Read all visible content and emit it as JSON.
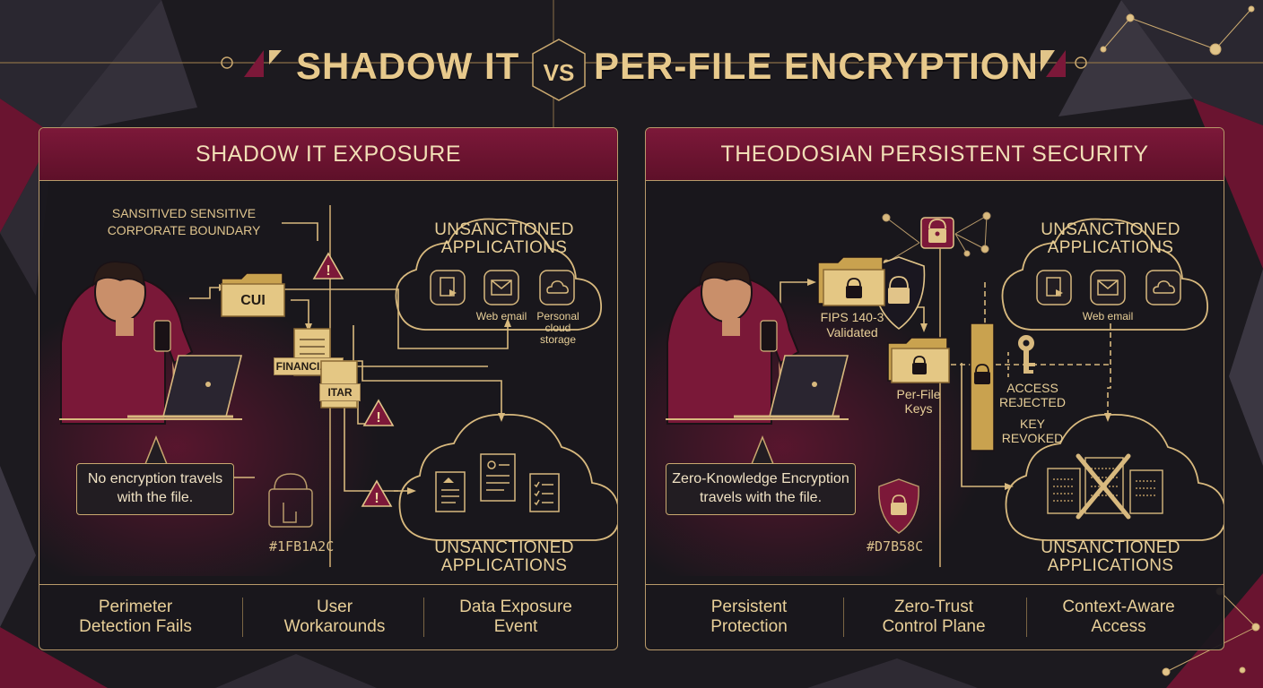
{
  "title": {
    "left": "SHADOW IT",
    "vs": "VS",
    "right": "PER-FILE ENCRYPTION"
  },
  "left_panel": {
    "header": "SHADOW IT EXPOSURE",
    "boundary_label_1": "SANSITIVED SENSITIVE",
    "boundary_label_2": "CORPORATE BOUNDARY",
    "folder_label": "CUI",
    "doc_financials": "FINANCIALS",
    "doc_itar": "ITAR",
    "cloud_top_title_1": "UNSANCTIONED",
    "cloud_top_title_2": "APPLICATIONS",
    "web_email": "Web email",
    "personal_cloud_1": "Personal",
    "personal_cloud_2": "cloud",
    "personal_cloud_3": "storage",
    "cloud_bottom_title_1": "UNSANCTIONED",
    "cloud_bottom_title_2": "APPLICATIONS",
    "callout_1": "No encryption travels",
    "callout_2": "with the file.",
    "hex": "#1FB1A2C",
    "footer": [
      {
        "line1": "Perimeter",
        "line2": "Detection Fails"
      },
      {
        "line1": "User",
        "line2": "Workarounds"
      },
      {
        "line1": "Data Exposure",
        "line2": "Event"
      }
    ]
  },
  "right_panel": {
    "header": "THEODOSIAN PERSISTENT SECURITY",
    "fips_1": "FIPS 140-3",
    "fips_2": "Validated",
    "per_file_1": "Per-File",
    "per_file_2": "Keys",
    "access_1": "ACCESS",
    "access_2": "REJECTED",
    "key_1": "KEY",
    "key_2": "REVOKED",
    "cloud_top_title_1": "UNSANCTIONED",
    "cloud_top_title_2": "APPLICATIONS",
    "web_email": "Web email",
    "cloud_bottom_title_1": "UNSANCTIONED",
    "cloud_bottom_title_2": "APPLICATIONS",
    "callout_1": "Zero-Knowledge Encryption",
    "callout_2": "travels with the file.",
    "hex": "#D7B58C",
    "footer": [
      {
        "line1": "Persistent",
        "line2": "Protection"
      },
      {
        "line1": "Zero-Trust",
        "line2": "Control Plane"
      },
      {
        "line1": "Context-Aware",
        "line2": "Access"
      }
    ]
  },
  "colors": {
    "gold": "#e7c98c",
    "crimson": "#7c1839",
    "background": "#1c1a1f"
  }
}
